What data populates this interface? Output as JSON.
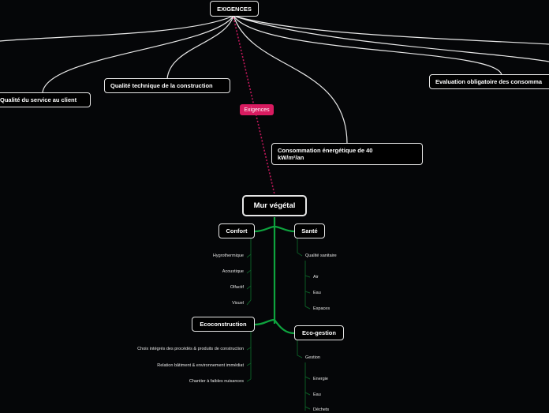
{
  "top": {
    "root": "EXIGENCES",
    "branches": {
      "client": "Qualité du service au client",
      "technique": "Qualité technique de la construction",
      "consommation": "Consommation énergétique de 40 kW/m²/an",
      "evaluation": "Evaluation obligatoire des consomma"
    },
    "link_label": "Exigences"
  },
  "mur": {
    "root": "Mur végétal",
    "confort": {
      "label": "Confort",
      "items": [
        "Hygrothermique",
        "Acoustique",
        "Olfactif",
        "Visuel"
      ]
    },
    "sante": {
      "label": "Santé",
      "sub": "Qualité sanitaire",
      "items": [
        "Air",
        "Eau",
        "Espaces"
      ]
    },
    "ecoconstruction": {
      "label": "Ecoconstruction",
      "items": [
        "Choix intégrés des procédés & produits de construction",
        "Relation bâtiment & environnement immédiat",
        "Chantier à faibles nuisances"
      ]
    },
    "ecogestion": {
      "label": "Eco-gestion",
      "sub": "Gestion",
      "items": [
        "Energie",
        "Eau",
        "Déchets"
      ]
    }
  },
  "colors": {
    "connector": "#e8e8e8",
    "green": "#0ea33e",
    "dark_green": "#0c5a25",
    "tag": "#d81b60",
    "dotted": "#c2185b"
  }
}
